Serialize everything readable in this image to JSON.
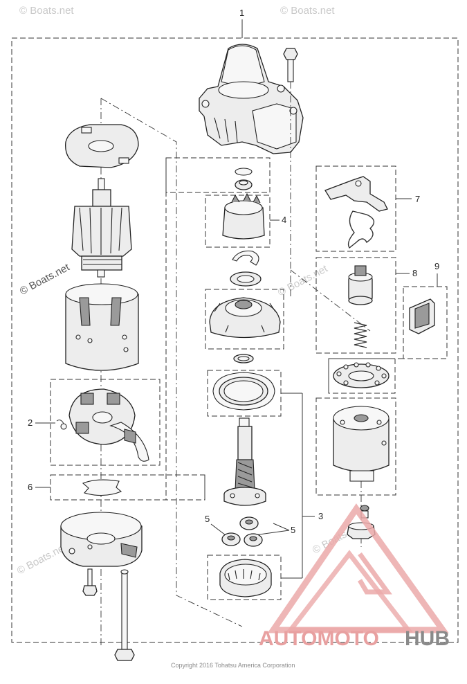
{
  "callouts": {
    "n1": "1",
    "n2": "2",
    "n3": "3",
    "n4": "4",
    "n5a": "5",
    "n5b": "5",
    "n6": "6",
    "n7": "7",
    "n8": "8",
    "n9": "9"
  },
  "watermarks": {
    "boats_top_left": "© Boats.net",
    "boats_top_right": "© Boats.net",
    "boats_mid_left": "© Boats.net",
    "boats_mid_right": "© Boats.net",
    "boats_lower_left": "© Boats.net",
    "boats_lower_right": "© Boats.net"
  },
  "brand": {
    "part1": "AUTOMOTO",
    "part2": "HUB",
    "color_primary": "#e8a0a0",
    "color_secondary": "#8a8a8a"
  },
  "copyright": "Copyright 2016 Tohatsu America Corporation"
}
